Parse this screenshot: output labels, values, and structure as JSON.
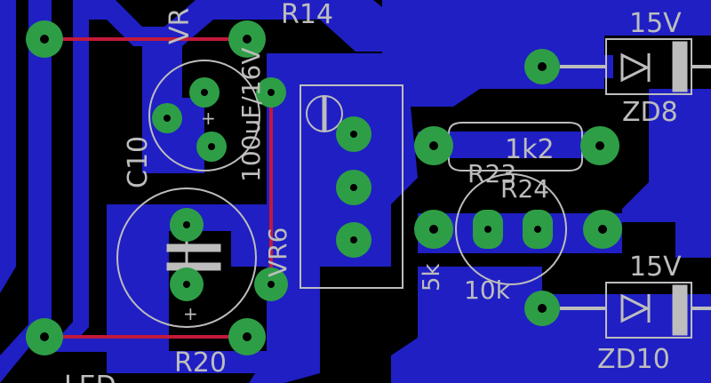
{
  "canvas": {
    "background": "#000000"
  },
  "colors": {
    "copper": "#1F1FC4",
    "pad": "#2E9E46",
    "silk": "#BDBDBD",
    "wire": "#C2183A",
    "hole": "#000000"
  },
  "labels": {
    "vr_top": "VR",
    "r14": "R14",
    "c10": "C10",
    "cap_value": "100uF/16V",
    "vr6": "VR6",
    "r20": "R20",
    "r23": "R23",
    "r24": "R24",
    "r23_value": "1k2",
    "r24_value_5k": "5k",
    "r24_value_10k": "10k",
    "zd8_voltage": "15V",
    "zd8": "ZD8",
    "zd10_voltage": "15V",
    "zd10": "ZD10",
    "bottom_partial": "LED"
  },
  "components": [
    {
      "name": "R14",
      "type": "resistor"
    },
    {
      "name": "R20",
      "type": "resistor"
    },
    {
      "name": "C10",
      "type": "electrolytic-capacitor",
      "value": "100uF/16V"
    },
    {
      "name": "VR6",
      "type": "trimmer-potentiometer"
    },
    {
      "name": "R23",
      "type": "resistor",
      "value": "1k2"
    },
    {
      "name": "R24",
      "type": "resistor",
      "value": "10k"
    },
    {
      "name": "ZD8",
      "type": "zener-diode",
      "value": "15V"
    },
    {
      "name": "ZD10",
      "type": "zener-diode",
      "value": "15V"
    }
  ]
}
